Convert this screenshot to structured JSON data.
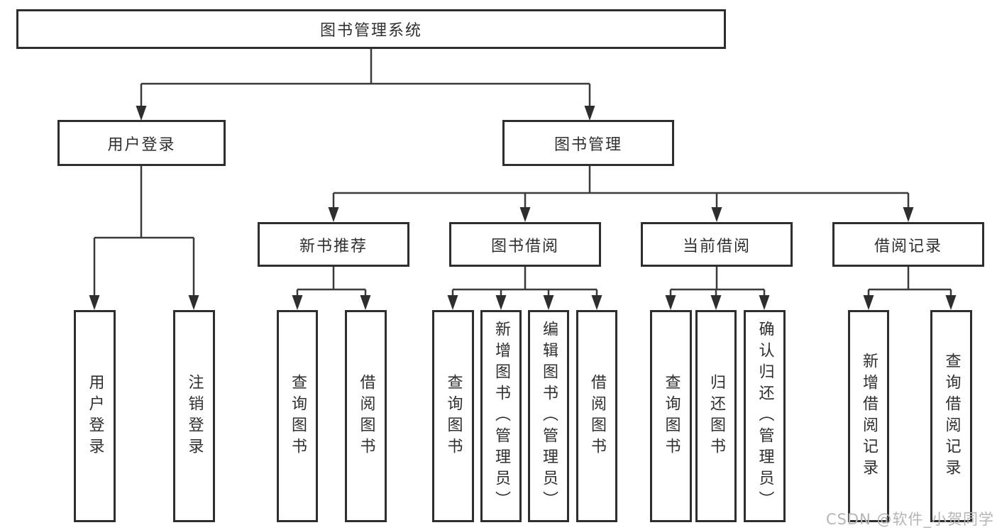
{
  "tree": {
    "root": {
      "label": "图书管理系统"
    },
    "branches": [
      {
        "label": "用户登录",
        "leaves": [
          {
            "label": "用户登录"
          },
          {
            "label": "注销登录"
          }
        ]
      },
      {
        "label": "图书管理",
        "groups": [
          {
            "label": "新书推荐",
            "leaves": [
              {
                "label": "查询图书"
              },
              {
                "label": "借阅图书"
              }
            ]
          },
          {
            "label": "图书借阅",
            "leaves": [
              {
                "label": "查询图书"
              },
              {
                "label": "新增图书（管理员）"
              },
              {
                "label": "编辑图书（管理员）"
              },
              {
                "label": "借阅图书"
              }
            ]
          },
          {
            "label": "当前借阅",
            "leaves": [
              {
                "label": "查询图书"
              },
              {
                "label": "归还图书"
              },
              {
                "label": "确认归还（管理员）"
              }
            ]
          },
          {
            "label": "借阅记录",
            "leaves": [
              {
                "label": "新增借阅记录"
              },
              {
                "label": "查询借阅记录"
              }
            ]
          }
        ]
      }
    ]
  },
  "watermark": {
    "text": "CSDN @软件_小贺同学"
  },
  "colors": {
    "line": "#3a3a3a",
    "arrow": "#2e2e2e",
    "box_border": "#2e2e2e",
    "text": "#2f2f2f",
    "watermark": "#b5b5b5",
    "background": "#ffffff"
  }
}
